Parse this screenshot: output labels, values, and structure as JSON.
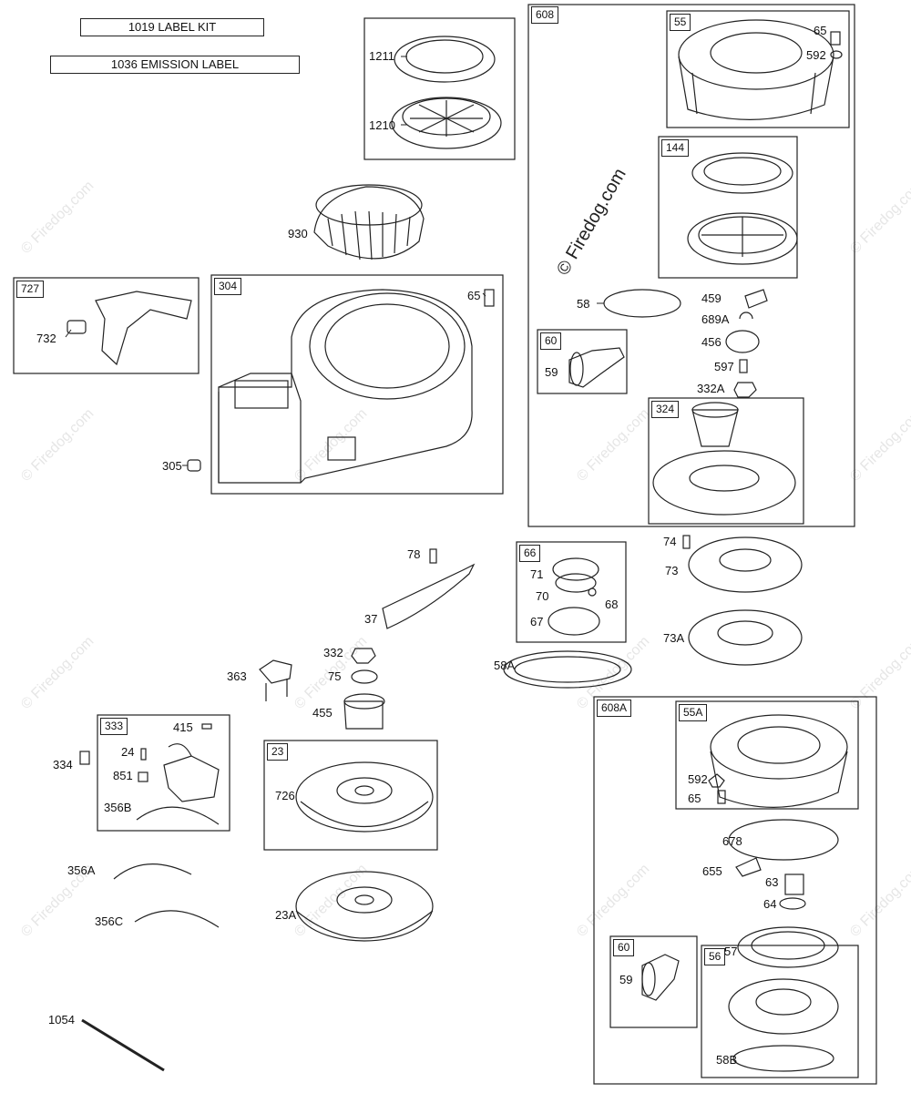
{
  "banners": {
    "label_kit": "1019 LABEL KIT",
    "emission_label": "1036 EMISSION LABEL"
  },
  "watermark": "© Firedog.com",
  "groups": {
    "g1211": "1211",
    "g1210": "1210",
    "g930": "930",
    "g727": "727",
    "g732": "732",
    "g304": "304",
    "g65a": "65",
    "g305": "305",
    "g608": "608",
    "g55": "55",
    "g65b": "65",
    "g592a": "592",
    "g144": "144",
    "g58": "58",
    "g459": "459",
    "g689a": "689A",
    "g456": "456",
    "g60a": "60",
    "g59a": "59",
    "g597": "597",
    "g332a": "332A",
    "g324": "324",
    "g78": "78",
    "g37": "37",
    "g66": "66",
    "g71": "71",
    "g70": "70",
    "g68": "68",
    "g67": "67",
    "g74": "74",
    "g73": "73",
    "g73a": "73A",
    "g58a": "58A",
    "g332": "332",
    "g75": "75",
    "g363": "363",
    "g455": "455",
    "g333": "333",
    "g415": "415",
    "g334": "334",
    "g24": "24",
    "g851": "851",
    "g356b": "356B",
    "g23": "23",
    "g726": "726",
    "g23a": "23A",
    "g356a": "356A",
    "g356c": "356C",
    "g1054": "1054",
    "g608a": "608A",
    "g55a": "55A",
    "g592b": "592",
    "g65c": "65",
    "g678": "678",
    "g655": "655",
    "g63": "63",
    "g64": "64",
    "g57": "57",
    "g60b": "60",
    "g59b": "59",
    "g56": "56",
    "g58b": "58B"
  }
}
